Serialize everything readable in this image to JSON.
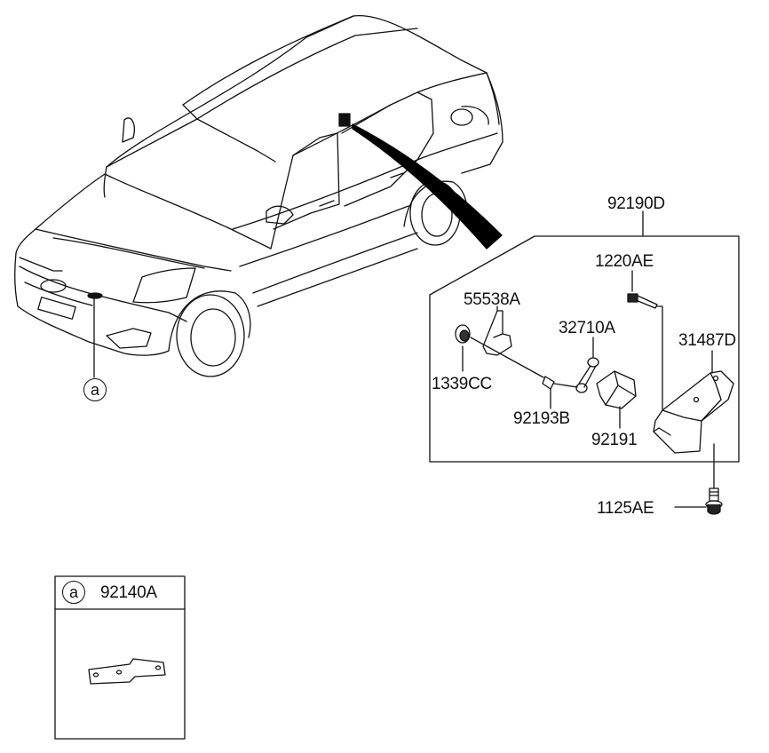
{
  "callouts": {
    "assembly": "92190D",
    "screw_top": "1220AE",
    "bracket_small": "55538A",
    "sensor_link": "32710A",
    "bracket_large": "31487D",
    "nut": "1339CC",
    "link_rod": "92193B",
    "sensor": "92191",
    "bolt_bottom": "1125AE"
  },
  "reference": {
    "car_marker": "a",
    "box_marker": "a",
    "box_part": "92140A"
  }
}
